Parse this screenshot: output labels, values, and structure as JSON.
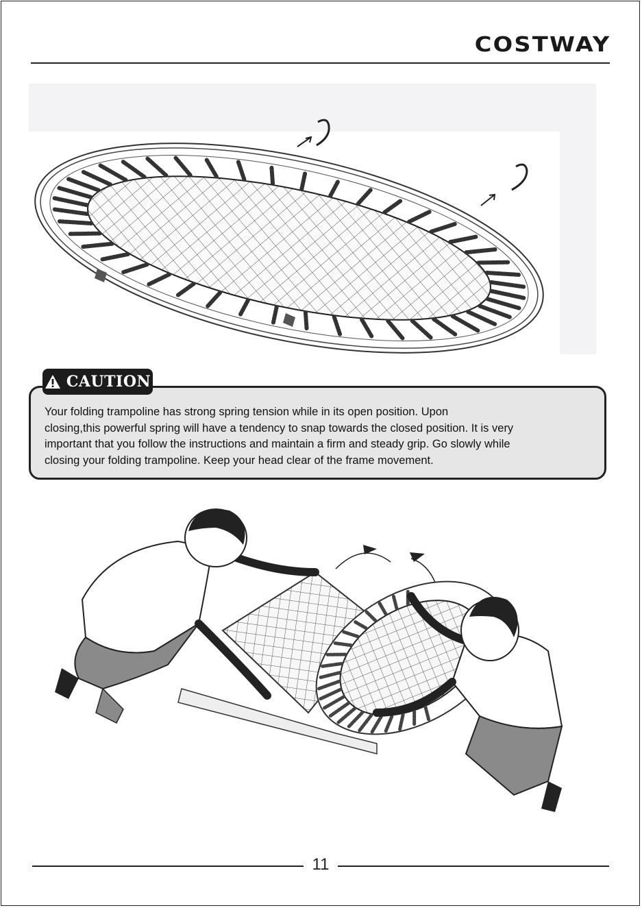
{
  "header": {
    "brand": "COSTWAY"
  },
  "caution": {
    "title": "CAUTION",
    "icon": "warning-triangle-icon",
    "lines": [
      "Your folding trampoline has strong spring tension while in its  open position. Upon",
      "closing,this powerful spring will have a tendency to snap towards the  closed position. It is very",
      "important that you follow the instructions and maintain a firm and steady grip. Go slowly while",
      "closing your folding trampoline. Keep your head clear of the frame movement."
    ]
  },
  "footer": {
    "page_number": "11"
  }
}
